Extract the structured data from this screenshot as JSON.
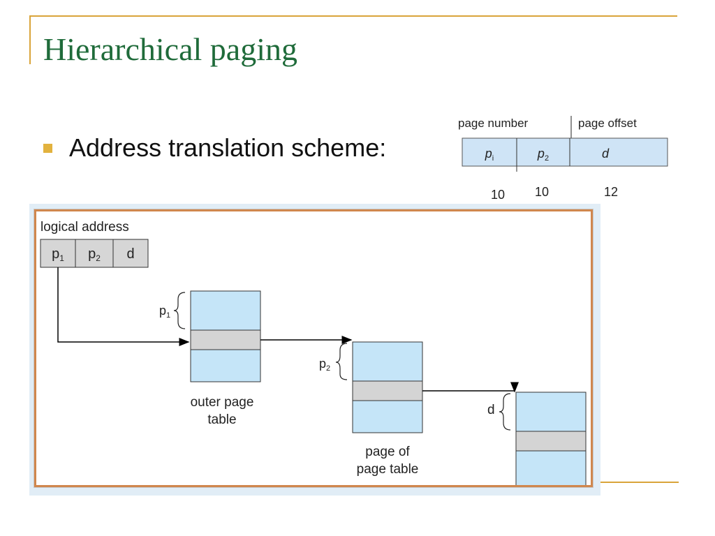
{
  "slide": {
    "title": "Hierarchical paging",
    "bullet": "Address translation scheme:"
  },
  "address_format": {
    "page_number_label": "page number",
    "page_offset_label": "page offset",
    "fields": [
      {
        "base": "p",
        "sub": "i",
        "bits": "10"
      },
      {
        "base": "p",
        "sub": "2",
        "bits": "10"
      },
      {
        "base": "d",
        "sub": "",
        "bits": "12"
      }
    ]
  },
  "diagram": {
    "logical_address_label": "logical address",
    "logical_fields": [
      {
        "base": "p",
        "sub": "1"
      },
      {
        "base": "p",
        "sub": "2"
      },
      {
        "base": "d",
        "sub": ""
      }
    ],
    "outer_table_label": [
      "outer page",
      "table"
    ],
    "page_of_page_table_label": [
      "page of",
      "page table"
    ],
    "index_labels": {
      "p1": {
        "base": "p",
        "sub": "1"
      },
      "p2": {
        "base": "p",
        "sub": "2"
      },
      "d": {
        "base": "d",
        "sub": ""
      }
    }
  },
  "colors": {
    "title": "#1f6b3a",
    "accent_line": "#d9a43a",
    "bullet": "#e2b23e",
    "format_field_fill": "#cfe4f6",
    "table_fill": "#c5e5f8",
    "row_highlight": "#d4d4d4",
    "frame_border": "#d0874e",
    "figure_background": "#e1edf6"
  }
}
